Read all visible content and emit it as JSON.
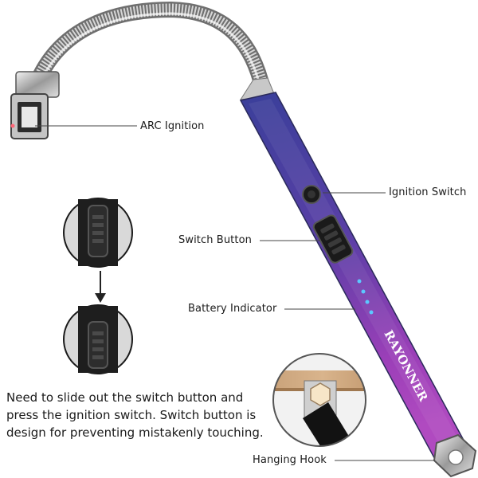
{
  "callouts": {
    "arc_ignition": "ARC Ignition",
    "ignition_switch": "Ignition Switch",
    "switch_button": "Switch Button",
    "battery_indicator": "Battery Indicator",
    "hanging_hook": "Hanging Hook"
  },
  "brand": "RAYONNER",
  "description": "Need to slide out the switch button and press the ignition switch. Switch button is design for preventing mistakenly touching."
}
